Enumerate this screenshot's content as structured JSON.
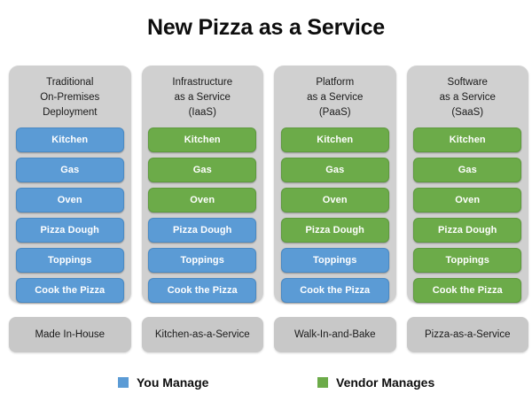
{
  "title": "New Pizza as a Service",
  "columns": [
    {
      "header_lines": [
        "Traditional",
        "On-Premises",
        "Deployment"
      ],
      "footer_label": "Made In-House",
      "rows": [
        {
          "label": "Kitchen",
          "owner": "you"
        },
        {
          "label": "Gas",
          "owner": "you"
        },
        {
          "label": "Oven",
          "owner": "you"
        },
        {
          "label": "Pizza Dough",
          "owner": "you"
        },
        {
          "label": "Toppings",
          "owner": "you"
        },
        {
          "label": "Cook the Pizza",
          "owner": "you"
        }
      ]
    },
    {
      "header_lines": [
        "Infrastructure",
        "as a Service",
        "(IaaS)"
      ],
      "footer_label": "Kitchen-as-a-Service",
      "rows": [
        {
          "label": "Kitchen",
          "owner": "vendor"
        },
        {
          "label": "Gas",
          "owner": "vendor"
        },
        {
          "label": "Oven",
          "owner": "vendor"
        },
        {
          "label": "Pizza Dough",
          "owner": "you"
        },
        {
          "label": "Toppings",
          "owner": "you"
        },
        {
          "label": "Cook the Pizza",
          "owner": "you"
        }
      ]
    },
    {
      "header_lines": [
        "Platform",
        "as a Service",
        "(PaaS)"
      ],
      "footer_label": "Walk-In-and-Bake",
      "rows": [
        {
          "label": "Kitchen",
          "owner": "vendor"
        },
        {
          "label": "Gas",
          "owner": "vendor"
        },
        {
          "label": "Oven",
          "owner": "vendor"
        },
        {
          "label": "Pizza Dough",
          "owner": "vendor"
        },
        {
          "label": "Toppings",
          "owner": "you"
        },
        {
          "label": "Cook the Pizza",
          "owner": "you"
        }
      ]
    },
    {
      "header_lines": [
        "Software",
        "as a Service",
        "(SaaS)"
      ],
      "footer_label": "Pizza-as-a-Service",
      "rows": [
        {
          "label": "Kitchen",
          "owner": "vendor"
        },
        {
          "label": "Gas",
          "owner": "vendor"
        },
        {
          "label": "Oven",
          "owner": "vendor"
        },
        {
          "label": "Pizza Dough",
          "owner": "vendor"
        },
        {
          "label": "Toppings",
          "owner": "vendor"
        },
        {
          "label": "Cook the Pizza",
          "owner": "vendor"
        }
      ]
    }
  ],
  "legend": [
    {
      "label": "You Manage",
      "owner": "you",
      "color": "#5b9bd5"
    },
    {
      "label": "Vendor Manages",
      "owner": "vendor",
      "color": "#6cab49"
    }
  ],
  "colors": {
    "you_manage": "#5b9bd5",
    "vendor_manages": "#6cab49",
    "panel_background": "#d0d0d0",
    "footer_background": "#c8c8c8",
    "page_background": "#ffffff",
    "text": "#1a1a1a"
  }
}
